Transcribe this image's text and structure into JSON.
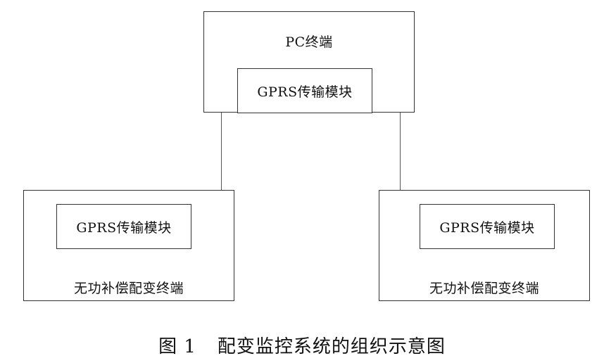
{
  "diagram": {
    "pc_terminal": {
      "label": "PC终端",
      "module_label": "GPRS传输模块"
    },
    "left_terminal": {
      "label": "无功补偿配变终端",
      "module_label": "GPRS传输模块"
    },
    "right_terminal": {
      "label": "无功补偿配变终端",
      "module_label": "GPRS传输模块"
    }
  },
  "caption": {
    "figure_number": "图 1",
    "title": "配变监控系统的组织示意图"
  }
}
